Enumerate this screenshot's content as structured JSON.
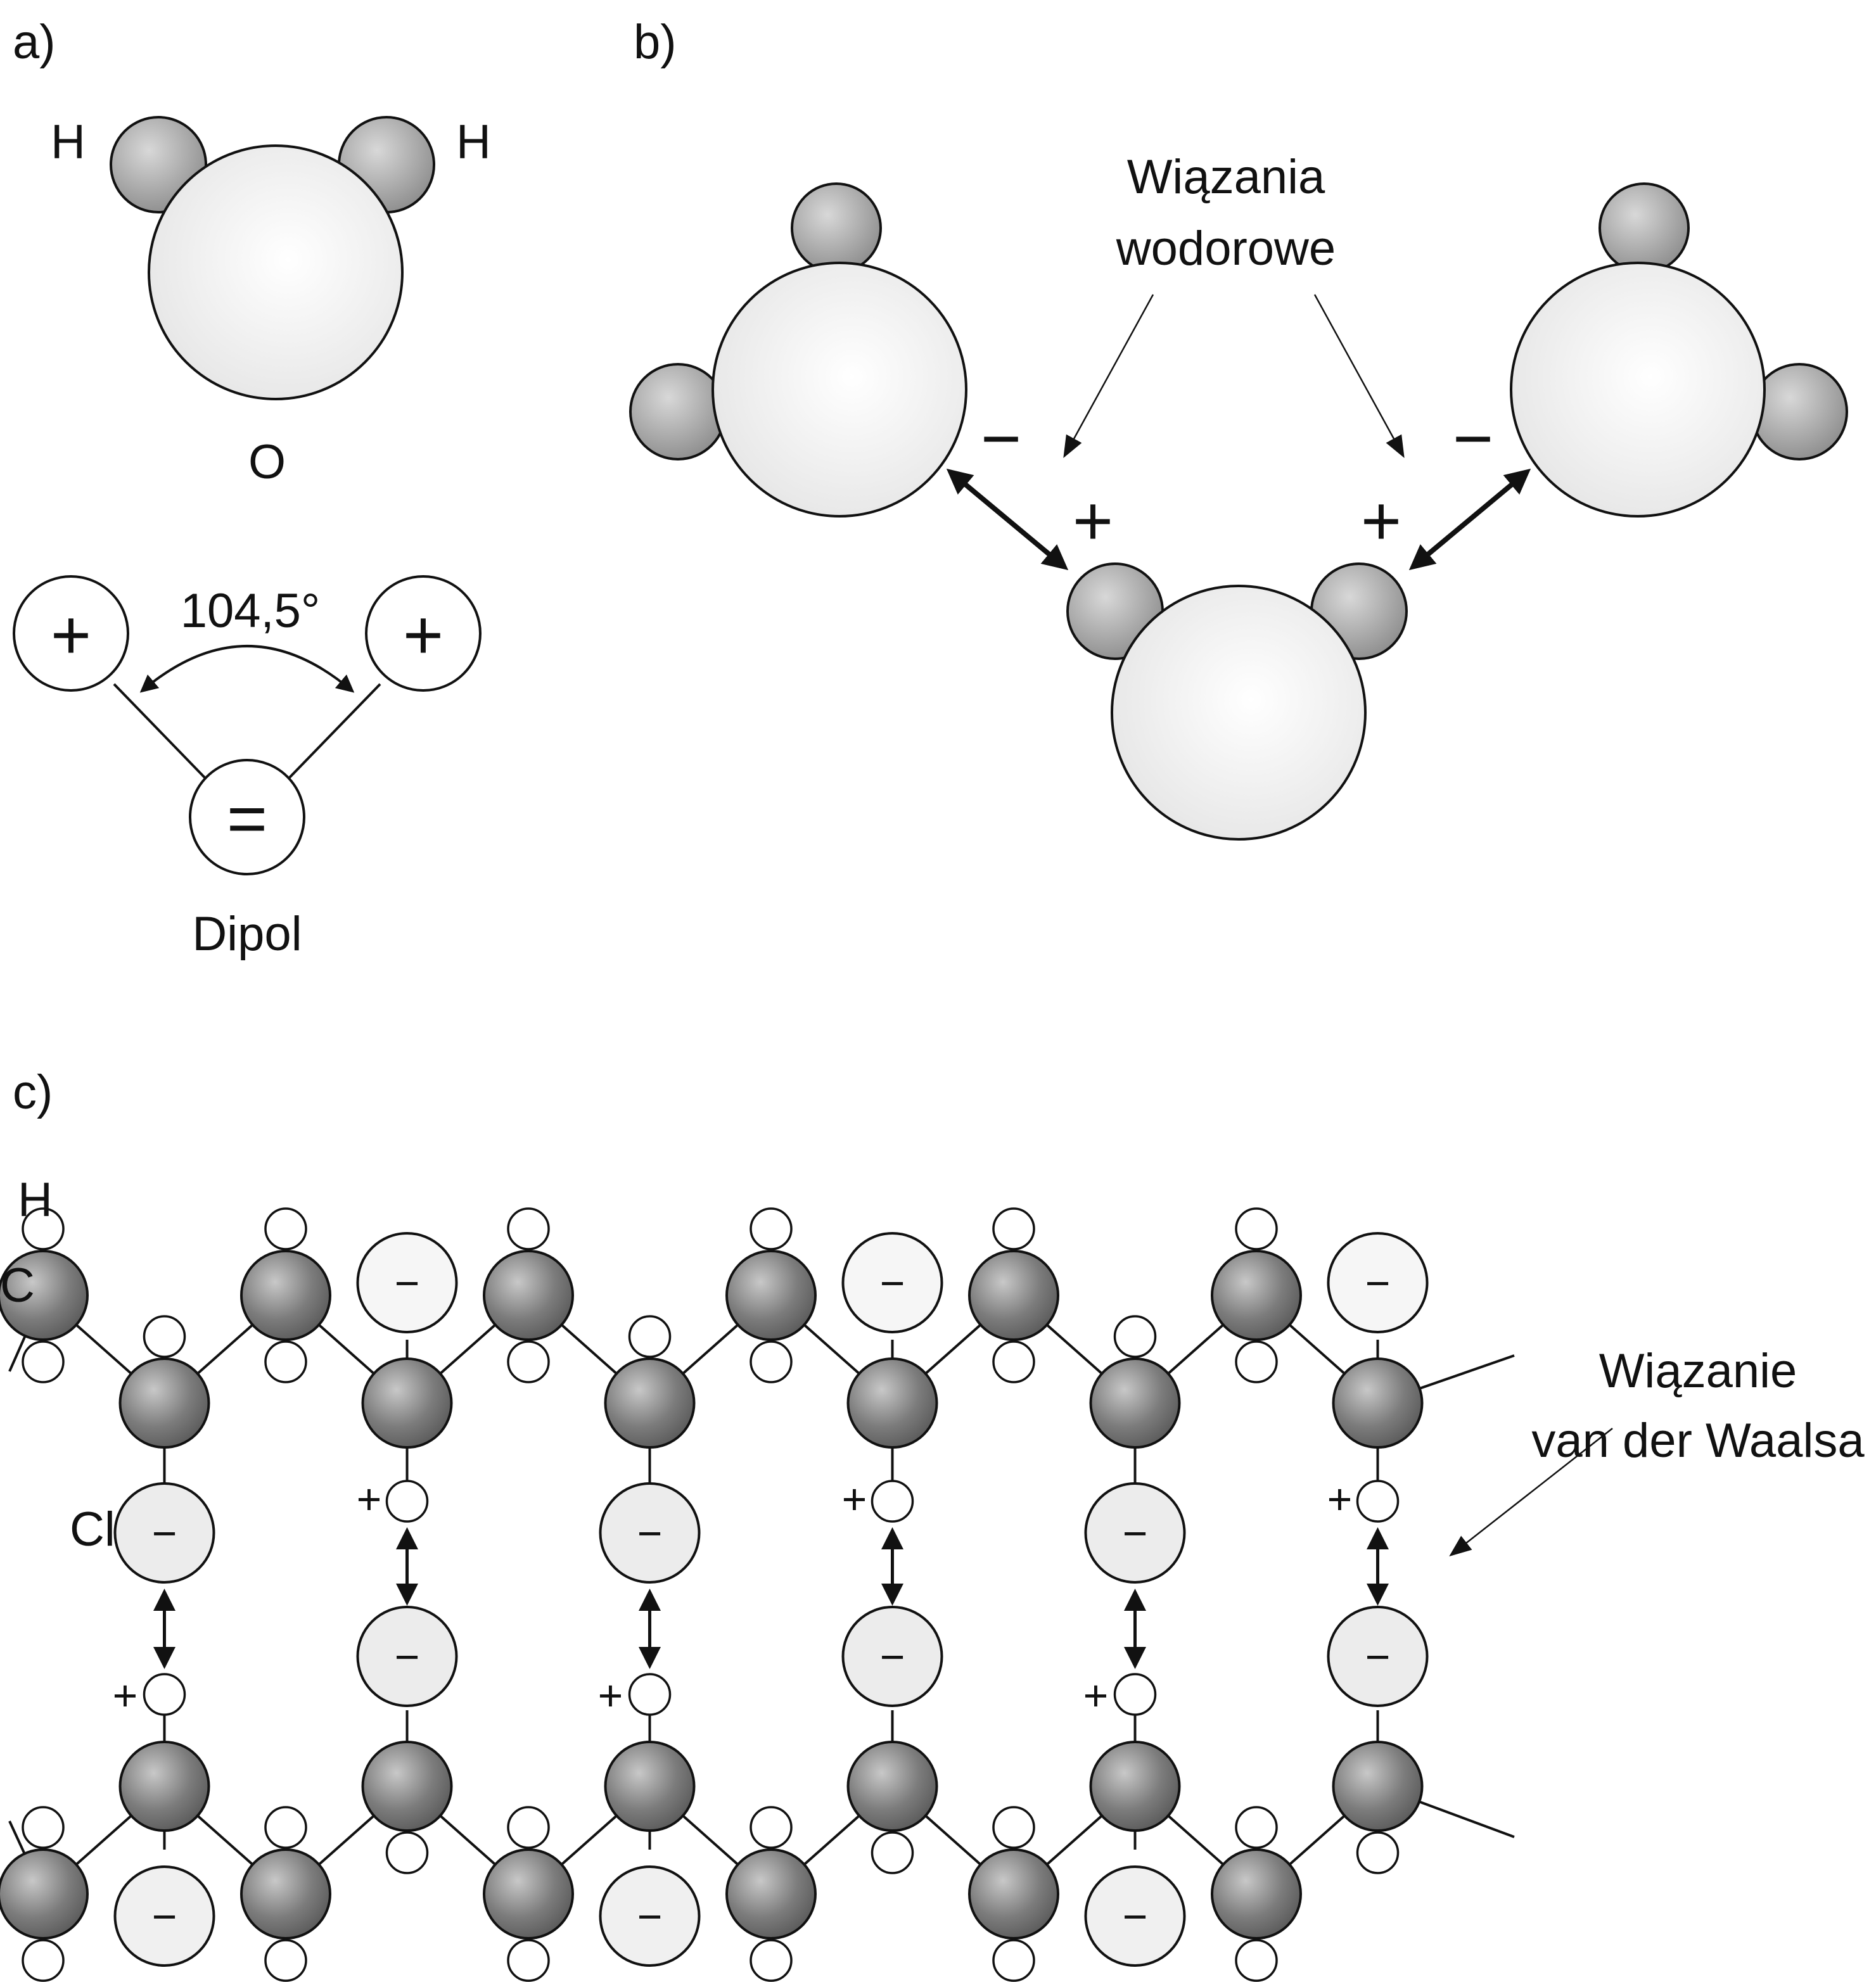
{
  "panel_a": {
    "label": "a)",
    "atom_h_left": "H",
    "atom_h_right": "H",
    "atom_o": "O",
    "angle": "104,5°",
    "dipole_label": "Dipol",
    "plus": "+",
    "minus": "="
  },
  "panel_b": {
    "label": "b)",
    "annotation_line1": "Wiązania",
    "annotation_line2": "wodorowe",
    "minus": "−",
    "plus": "+"
  },
  "panel_c": {
    "label": "c)",
    "atom_h": "H",
    "atom_c": "C",
    "atom_cl": "Cl",
    "annotation_line1": "Wiązanie",
    "annotation_line2": "van der Waalsa",
    "plus": "+",
    "minus": "−"
  },
  "colors": {
    "hydrogen_fill": "#9a9a9a",
    "oxygen_fill": "#f0f0f0",
    "carbon_fill": "#7a7a7a",
    "chlorine_fill": "#e8e8e8",
    "line": "#111111"
  }
}
